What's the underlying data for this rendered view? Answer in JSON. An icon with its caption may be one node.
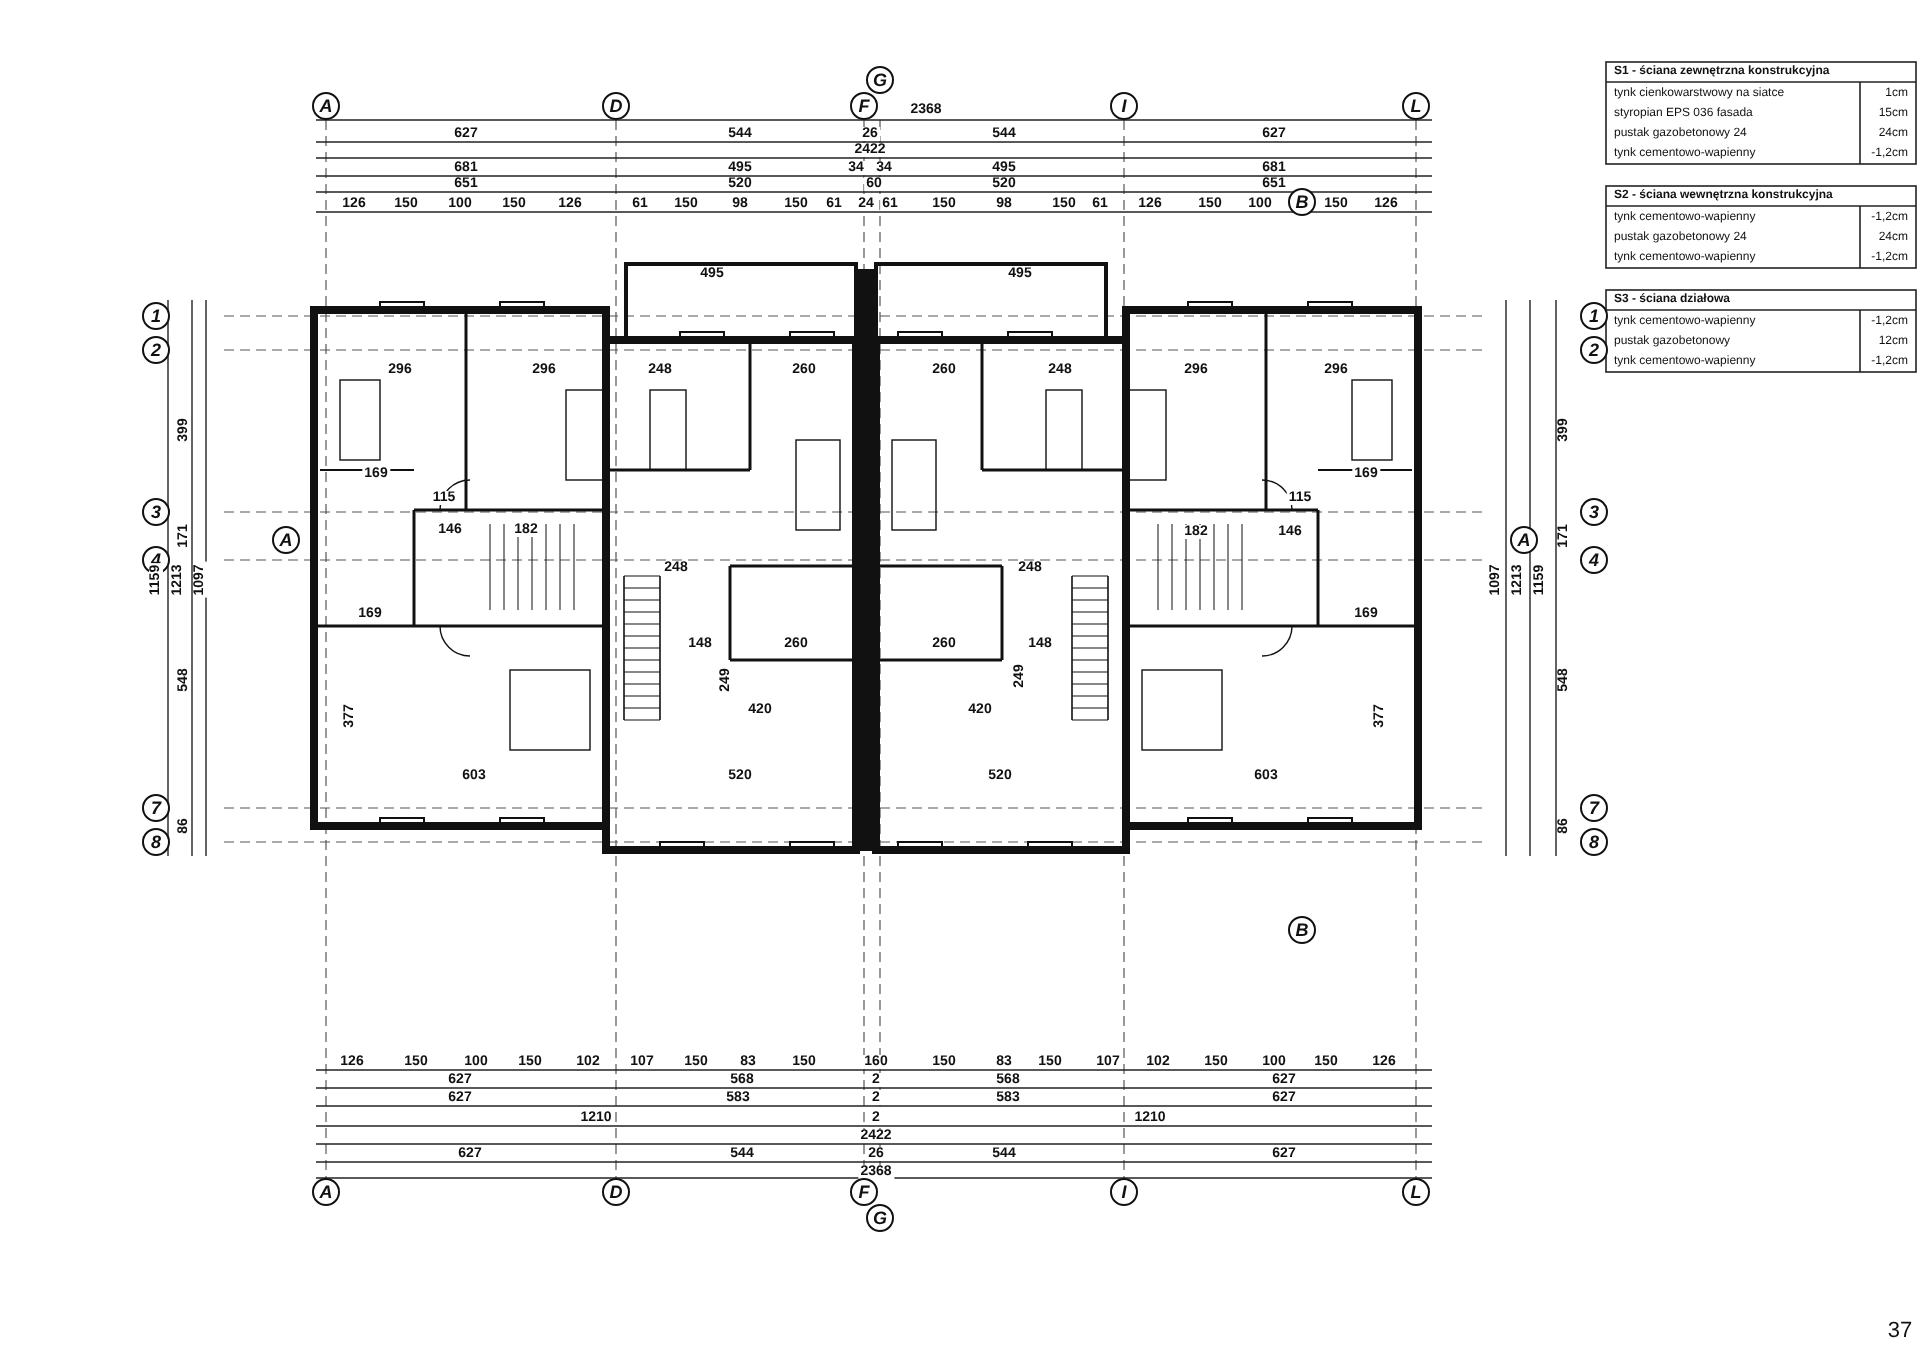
{
  "diagram": {
    "labels": [
      "G",
      "A",
      "D",
      "F",
      "2368",
      "I",
      "L",
      "627",
      "544",
      "26",
      "544",
      "627",
      "2422",
      "681",
      "495",
      "34",
      "34",
      "495",
      "681",
      "651",
      "520",
      "60",
      "520",
      "651",
      "126",
      "150",
      "100",
      "150",
      "126",
      "61",
      "150",
      "98",
      "150",
      "61",
      "24",
      "61",
      "150",
      "98",
      "150",
      "61",
      "126",
      "150",
      "100",
      "B",
      "150",
      "126",
      "S1 - ściana zewnętrzna konstrukcyjna",
      "tynk cienkowarstwowy na siatce",
      "1cm",
      "styropian EPS 036 fasada",
      "15cm",
      "pustak gazobetonowy 24",
      "24cm",
      "tynk cementowo-wapienny",
      "-1,2cm",
      "S2 - ściana wewnętrzna konstrukcyjna",
      "tynk cementowo-wapienny",
      "-1,2cm",
      "pustak gazobetonowy 24",
      "24cm",
      "tynk cementowo-wapienny",
      "-1,2cm",
      "S3 - ściana działowa",
      "tynk cementowo-wapienny",
      "-1,2cm",
      "pustak gazobetonowy",
      "12cm",
      "tynk cementowo-wapienny",
      "-1,2cm",
      "495",
      "495",
      "1",
      "2",
      "3",
      "4",
      "7",
      "8",
      "399",
      "171",
      "548",
      "86",
      "1159",
      "1213",
      "1097",
      "1",
      "2",
      "3",
      "4",
      "7",
      "8",
      "399",
      "171",
      "548",
      "86",
      "1097",
      "1213",
      "1159",
      "A",
      "A",
      "296",
      "296",
      "248",
      "260",
      "260",
      "248",
      "296",
      "296",
      "169",
      "115",
      "146",
      "182",
      "248",
      "248",
      "182",
      "146",
      "115",
      "169",
      "169",
      "148",
      "260",
      "260",
      "148",
      "169",
      "377",
      "249",
      "420",
      "420",
      "249",
      "377",
      "603",
      "520",
      "520",
      "603",
      "B",
      "126",
      "150",
      "100",
      "150",
      "102",
      "107",
      "150",
      "83",
      "150",
      "160",
      "150",
      "83",
      "150",
      "107",
      "102",
      "150",
      "100",
      "150",
      "126",
      "627",
      "568",
      "2",
      "568",
      "627",
      "627",
      "583",
      "2",
      "583",
      "627",
      "1210",
      "2",
      "1210",
      "2422",
      "627",
      "544",
      "26",
      "544",
      "627",
      "2368",
      "A",
      "D",
      "F",
      "I",
      "L",
      "G",
      "37"
    ]
  }
}
